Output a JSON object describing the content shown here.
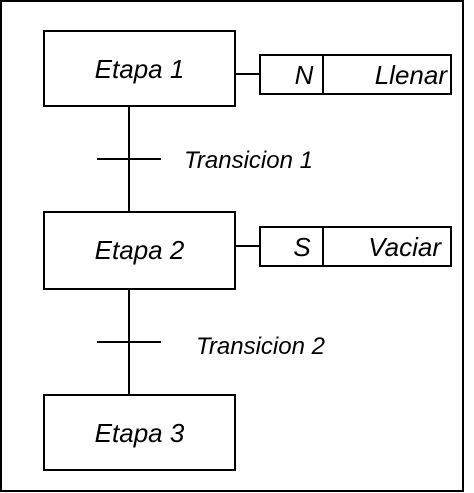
{
  "grafcet": {
    "steps": [
      {
        "label": "Etapa 1"
      },
      {
        "label": "Etapa 2"
      },
      {
        "label": "Etapa 3"
      }
    ],
    "actions": [
      {
        "qualifier": "N",
        "name": "Llenar"
      },
      {
        "qualifier": "S",
        "name": "Vaciar"
      }
    ],
    "transitions": [
      {
        "label": "Transicion 1"
      },
      {
        "label": "Transicion 2"
      }
    ]
  },
  "colors": {
    "line": "#000000",
    "background": "#ffffff"
  }
}
